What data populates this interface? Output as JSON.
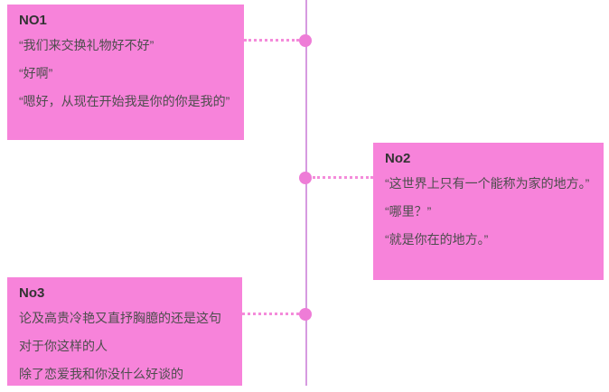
{
  "colors": {
    "page_bg": "#ffffff",
    "card_bg": "#f783da",
    "title_text": "#333333",
    "body_text": "#4d4d4d",
    "timeline_line": "#d69ae0",
    "dot": "#ee7cd7",
    "connector": "#f48bda"
  },
  "cards": [
    {
      "title": "NO1",
      "lines": [
        "“我们来交换礼物好不好”",
        "“好啊”",
        "“嗯好，从现在开始我是你的你是我的”"
      ]
    },
    {
      "title": "No2",
      "lines": [
        "“这世界上只有一个能称为家的地方。”",
        "“哪里？”",
        "“就是你在的地方。”"
      ]
    },
    {
      "title": "No3",
      "lines": [
        "论及高贵冷艳又直抒胸臆的还是这句",
        "对于你这样的人",
        "除了恋爱我和你没什么好谈的"
      ]
    }
  ]
}
